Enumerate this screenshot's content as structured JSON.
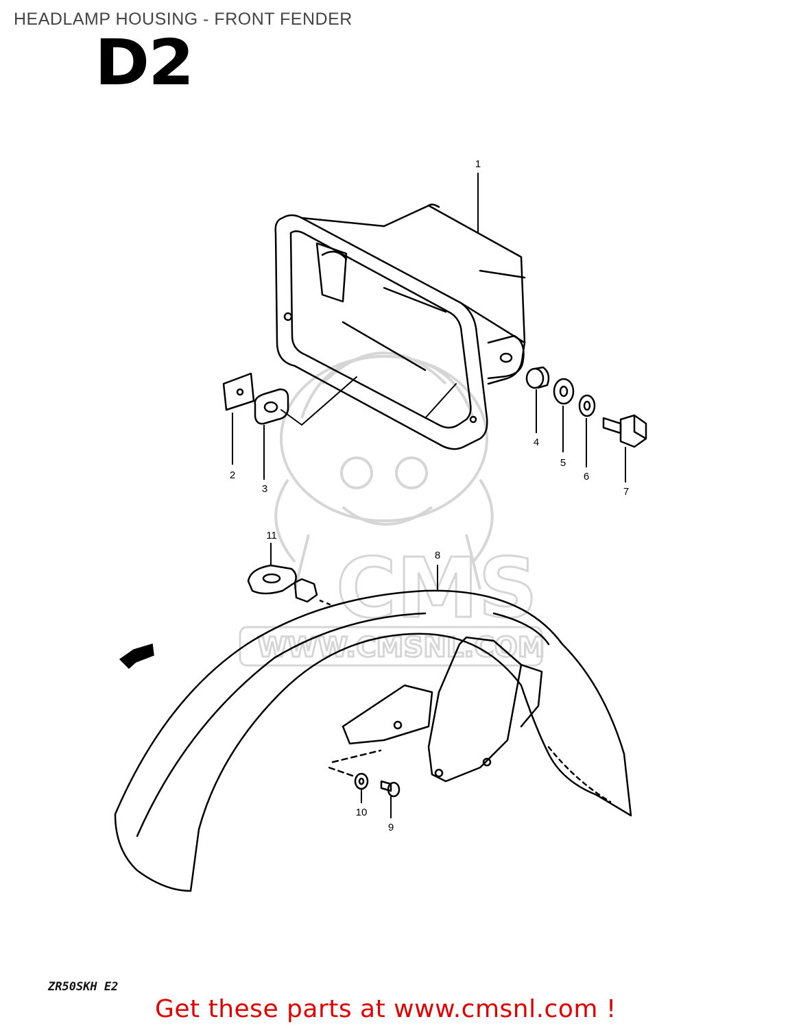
{
  "header": {
    "title": "HEADLAMP HOUSING - FRONT FENDER",
    "diagram_code": "D2"
  },
  "watermark": {
    "logo_text": "CMS",
    "url_text": "WWW.CMSNL.COM"
  },
  "parts": {
    "p1": "1",
    "p2": "2",
    "p3": "3",
    "p4": "4",
    "p5": "5",
    "p6": "6",
    "p7": "7",
    "p8": "8",
    "p9": "9",
    "p10": "10",
    "p11": "11"
  },
  "footer": {
    "model_code": "ZR50SKH E2",
    "promo": "Get these parts at www.cmsnl.com !"
  },
  "colors": {
    "line": "#000000",
    "watermark": "#d6d6d6",
    "promo": "#e00000",
    "title": "#444444"
  }
}
